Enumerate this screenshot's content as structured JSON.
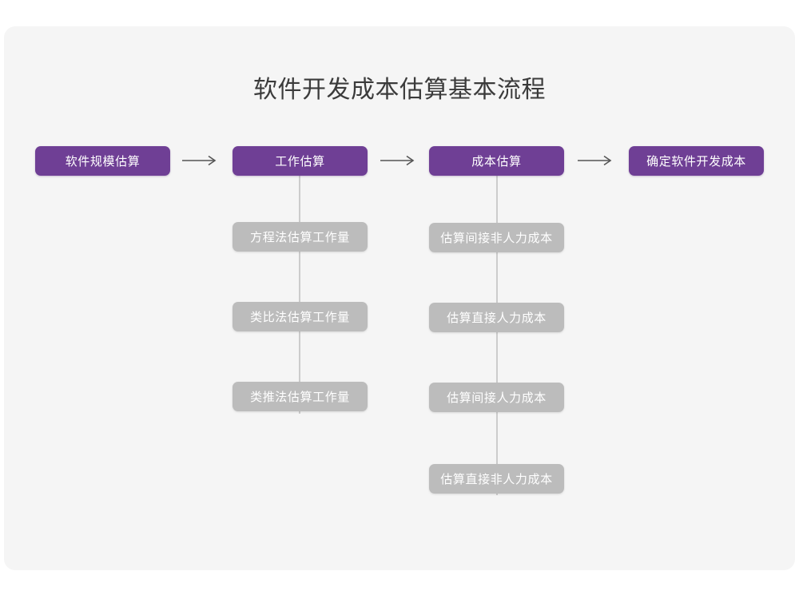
{
  "page": {
    "background_color": "#ffffff",
    "card_color": "#f5f5f5"
  },
  "diagram": {
    "title": "软件开发成本估算基本流程",
    "type": "flowchart",
    "colors": {
      "primary_node": "#6f3f95",
      "secondary_node": "#bcbcbc",
      "node_text": "#ffffff",
      "title_text": "#3b3b3b",
      "arrow": "#555555",
      "connector_line": "#cccccc"
    },
    "main_flow": [
      {
        "id": "step-1",
        "label": "软件规模估算"
      },
      {
        "id": "step-2",
        "label": "工作估算"
      },
      {
        "id": "step-3",
        "label": "成本估算"
      },
      {
        "id": "step-4",
        "label": "确定软件开发成本"
      }
    ],
    "arrows": [
      {
        "id": "arrow-1",
        "from": "step-1",
        "to": "step-2",
        "glyph": "→"
      },
      {
        "id": "arrow-2",
        "from": "step-2",
        "to": "step-3",
        "glyph": "→"
      },
      {
        "id": "arrow-3",
        "from": "step-3",
        "to": "step-4",
        "glyph": "→"
      }
    ],
    "branches": [
      {
        "parent": "step-2",
        "items": [
          {
            "id": "work-1",
            "label": "方程法估算工作量"
          },
          {
            "id": "work-2",
            "label": "类比法估算工作量"
          },
          {
            "id": "work-3",
            "label": "类推法估算工作量"
          }
        ]
      },
      {
        "parent": "step-3",
        "items": [
          {
            "id": "cost-1",
            "label": "估算间接非人力成本"
          },
          {
            "id": "cost-2",
            "label": "估算直接人力成本"
          },
          {
            "id": "cost-3",
            "label": "估算间接人力成本"
          },
          {
            "id": "cost-4",
            "label": "估算直接非人力成本"
          }
        ]
      }
    ]
  }
}
